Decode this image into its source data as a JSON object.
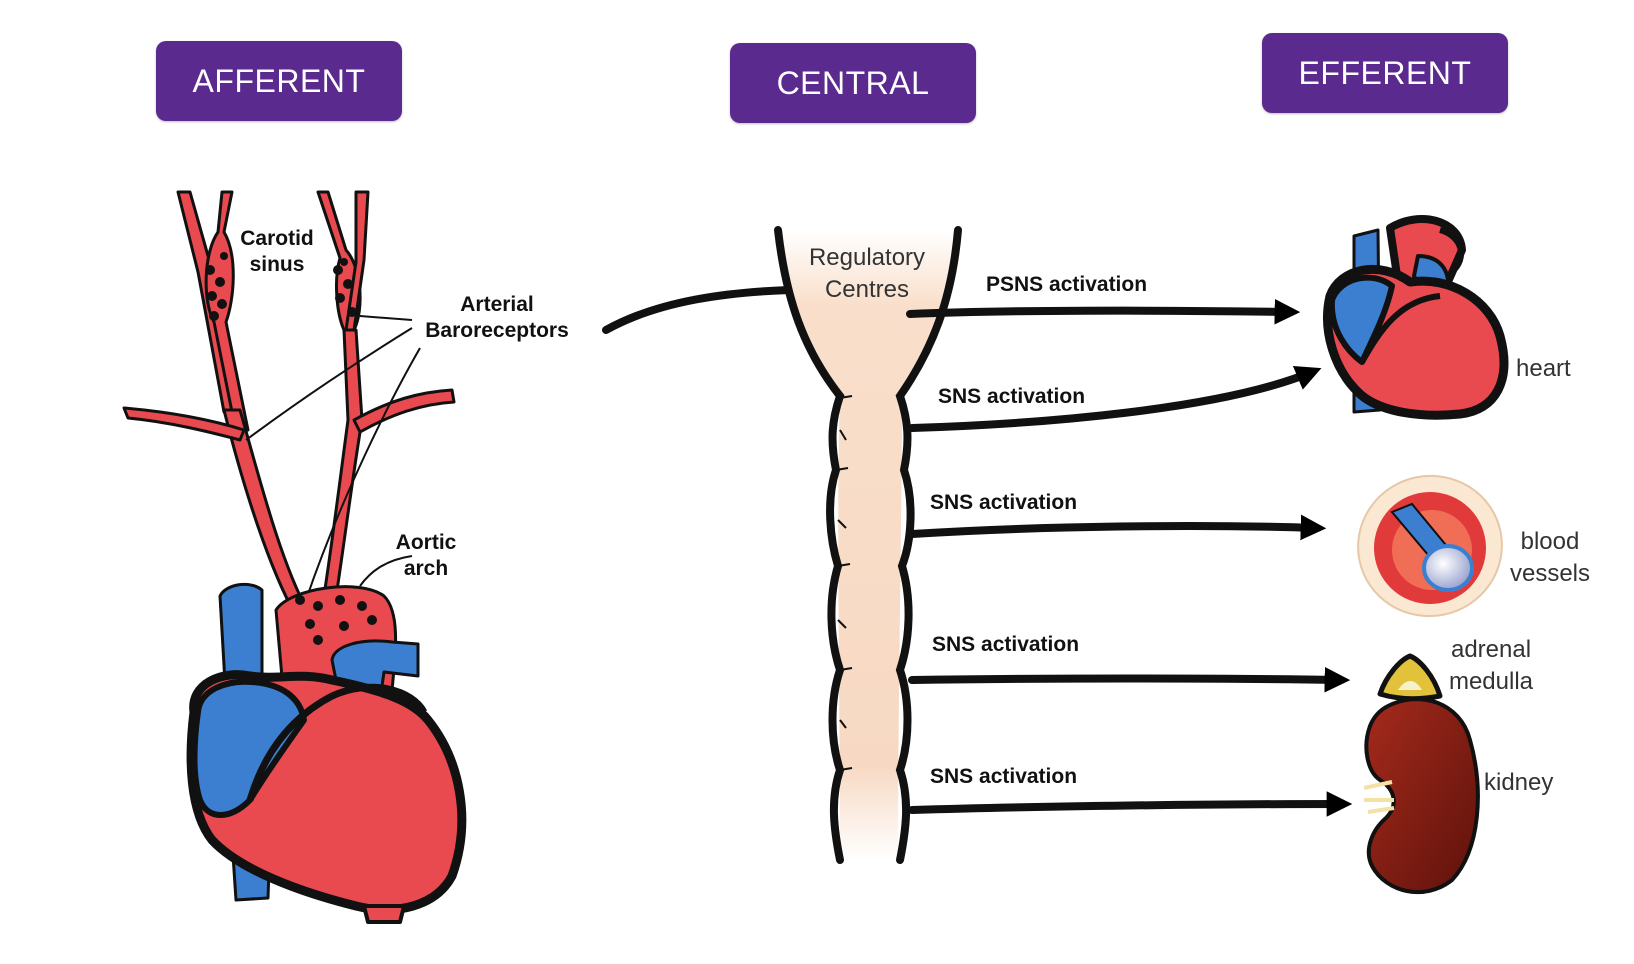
{
  "headers": {
    "afferent": "AFFERENT",
    "central": "CENTRAL",
    "efferent": "EFFERENT"
  },
  "afferent": {
    "carotid_sinus": [
      "Carotid",
      "sinus"
    ],
    "arterial_baroreceptors": [
      "Arterial",
      "Baroreceptors"
    ],
    "aortic_arch": [
      "Aortic",
      "arch"
    ]
  },
  "central": {
    "regulatory_centres": [
      "Regulatory",
      "Centres"
    ]
  },
  "pathways": [
    {
      "label": "PSNS activation",
      "target": "heart"
    },
    {
      "label": "SNS activation",
      "target": "heart"
    },
    {
      "label": "SNS activation",
      "target": "blood vessels"
    },
    {
      "label": "SNS activation",
      "target": "adrenal medulla"
    },
    {
      "label": "SNS activation",
      "target": "kidney"
    }
  ],
  "efferent": {
    "heart": "heart",
    "blood_vessels": [
      "blood",
      "vessels"
    ],
    "adrenal_medulla": [
      "adrenal",
      "medulla"
    ],
    "kidney": "kidney"
  },
  "colors": {
    "header_bg": "#5b2a8f",
    "artery": "#e84a4f",
    "vein": "#3c7fd0",
    "spinal_cord": "#f7d9c3",
    "kidney": "#8b1e14",
    "adrenal": "#e2c23a"
  }
}
